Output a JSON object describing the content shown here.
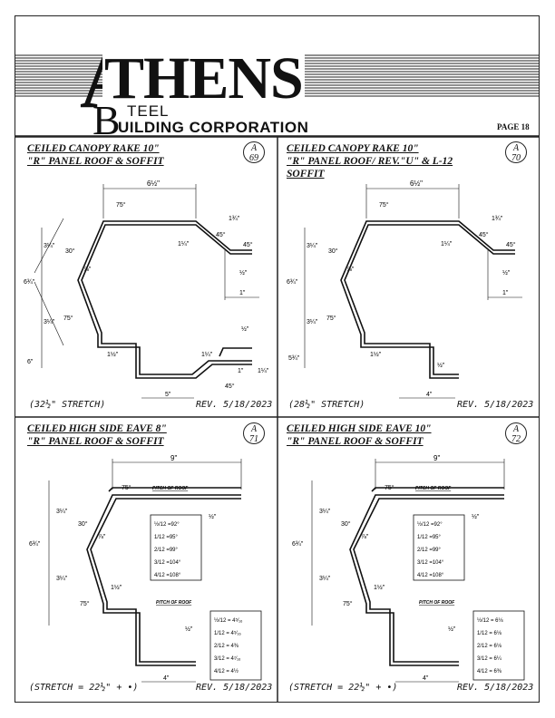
{
  "header": {
    "logo_main": "THENS",
    "logo_initial": "A",
    "logo_b": "B",
    "logo_steel": "TEEL",
    "logo_building": "UILDING CORPORATION",
    "page_label": "PAGE 18"
  },
  "panels": [
    {
      "title1": "CEILED CANOPY RAKE 10\"",
      "title2": "\"R\" PANEL ROOF & SOFFIT",
      "title3": "",
      "badge_top": "A",
      "badge_bottom": "69",
      "stretch": "(32½\" STRETCH)",
      "rev": "REV. 5/18/2023",
      "dims": [
        "6½\"",
        "75°",
        "1¾\"",
        "1¼\"",
        "45°",
        "45°",
        "3¼\"",
        "30°",
        "⅞\"",
        "6¾\"",
        "½\"",
        "1\"",
        "3¼\"",
        "75°",
        "½\"",
        "6\"",
        "1½\"",
        "1¼\"",
        "1\"",
        "1¼\"",
        "5\"",
        "45°"
      ]
    },
    {
      "title1": "CEILED CANOPY RAKE 10\"",
      "title2": "\"R\" PANEL ROOF/ REV.\"U\" & L-12",
      "title3": "SOFFIT",
      "badge_top": "A",
      "badge_bottom": "70",
      "stretch": "(28½\" STRETCH)",
      "rev": "REV. 5/18/2023",
      "dims": [
        "6½\"",
        "75°",
        "1¾\"",
        "1¼\"",
        "45°",
        "45°",
        "3¼\"",
        "30°",
        "⅞\"",
        "6¾\"",
        "½\"",
        "1\"",
        "3¼\"",
        "75°",
        "5¾\"",
        "1½\"",
        "½\"",
        "4\""
      ]
    },
    {
      "title1": "CEILED HIGH SIDE EAVE 8\"",
      "title2": "\"R\" PANEL ROOF & SOFFIT",
      "title3": "",
      "badge_top": "A",
      "badge_bottom": "71",
      "stretch": "(STRETCH = 22½\" + •)",
      "rev": "REV. 5/18/2023",
      "pitch": "PITCH OF ROOF",
      "dims": [
        "9\"",
        "75°",
        "3¼\"",
        "½\"",
        "30°",
        "⅞\"",
        "6¾\"",
        "1½\"",
        "3¼\"",
        "75°",
        "½\"",
        "4\""
      ],
      "table1": [
        "½/12 =92°",
        "1/12 =95°",
        "2/12 =99°",
        "3/12 =104°",
        "4/12 =108°"
      ],
      "table2": [
        "½/12 = 4⁵⁄₁₆",
        "1/12 = 4⁵⁄₁₆",
        "2/12 = 4⅜",
        "3/12 = 4⁷⁄₁₆",
        "4/12 = 4½"
      ]
    },
    {
      "title1": "CEILED HIGH SIDE EAVE 10\"",
      "title2": "\"R\" PANEL ROOF & SOFFIT",
      "title3": "",
      "badge_top": "A",
      "badge_bottom": "72",
      "stretch": "(STRETCH = 22½\" + •)",
      "rev": "REV. 5/18/2023",
      "pitch": "PITCH OF ROOF",
      "dims": [
        "9\"",
        "75°",
        "3¼\"",
        "½\"",
        "30°",
        "⅞\"",
        "6¾\"",
        "1½\"",
        "3¼\"",
        "75°",
        "½\"",
        "4\""
      ],
      "table1": [
        "½/12 =92°",
        "1/12 =95°",
        "2/12 =99°",
        "3/12 =104°",
        "4/12 =108°"
      ],
      "table2": [
        "½/12 = 6⅛",
        "1/12 = 6⅛",
        "2/12 = 6⅛",
        "3/12 = 6¼",
        "4/12 = 6⅜"
      ]
    }
  ]
}
